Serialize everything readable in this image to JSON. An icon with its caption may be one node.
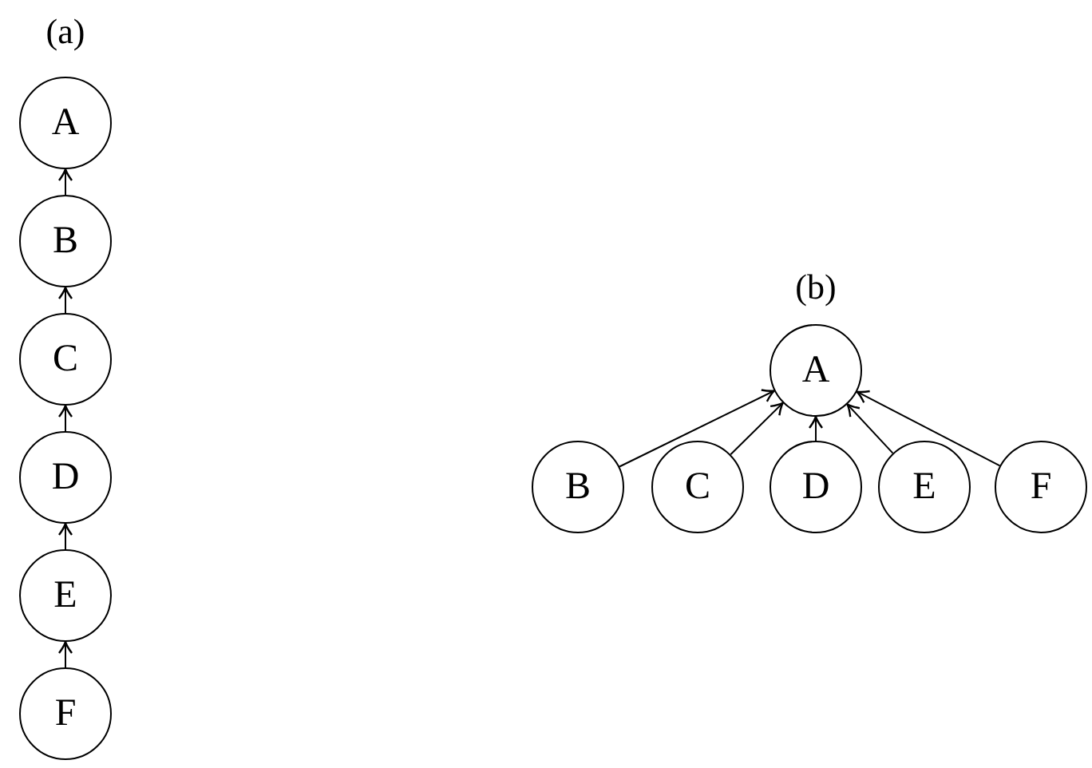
{
  "diagram": {
    "nodes": [
      {
        "text": [
          "A"
        ]
      },
      {
        "text": [
          "B"
        ]
      },
      {
        "text": [
          "C"
        ]
      },
      {
        "text": [
          "D"
        ]
      },
      {
        "text": [
          "E"
        ]
      },
      {
        "text": [
          "F"
        ]
      },
      {
        "text": [
          "A"
        ]
      },
      {
        "text": [
          "B"
        ]
      },
      {
        "text": [
          "C"
        ]
      },
      {
        "text": [
          "D"
        ]
      },
      {
        "text": [
          "E"
        ]
      },
      {
        "text": [
          "F"
        ]
      }
    ],
    "edges": [
      {
        "from": 1,
        "to": 0,
        "arrow": "to"
      },
      {
        "from": 2,
        "to": 1,
        "arrow": "to"
      },
      {
        "from": 3,
        "to": 2,
        "arrow": "to"
      },
      {
        "from": 4,
        "to": 3,
        "arrow": "to"
      },
      {
        "from": 5,
        "to": 4,
        "arrow": "to"
      },
      {
        "from": 7,
        "to": 6,
        "arrow": "to"
      },
      {
        "from": 8,
        "to": 6,
        "arrow": "to"
      },
      {
        "from": 9,
        "to": 6,
        "arrow": "to"
      },
      {
        "from": 10,
        "to": 6,
        "arrow": "to"
      },
      {
        "from": 11,
        "to": 6,
        "arrow": "to"
      }
    ],
    "labels": [
      "(a)",
      "(b)"
    ]
  }
}
